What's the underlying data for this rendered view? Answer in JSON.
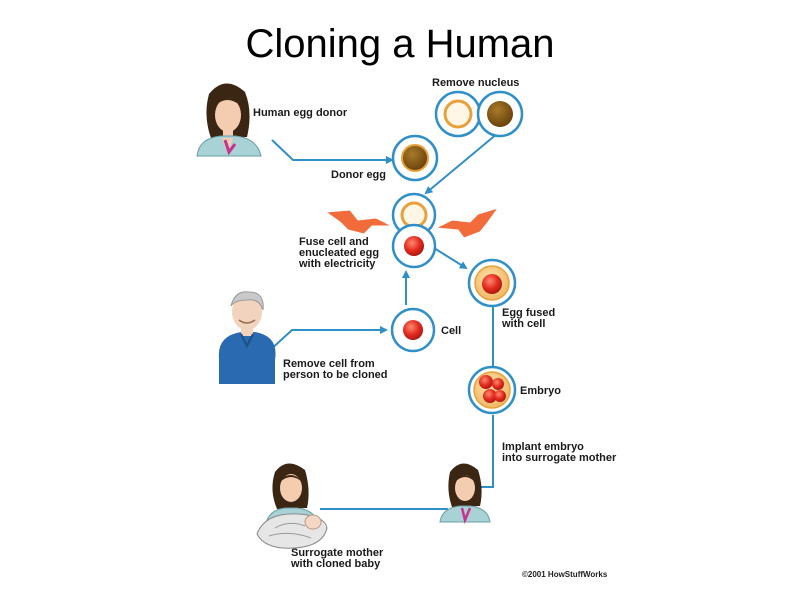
{
  "title": "Cloning a Human",
  "labels": {
    "human_egg_donor": "Human egg donor",
    "remove_nucleus": "Remove nucleus",
    "donor_egg": "Donor egg",
    "fuse_1": "Fuse cell and",
    "fuse_2": "enucleated egg",
    "fuse_3": "with electricity",
    "egg_fused_1": "Egg fused",
    "egg_fused_2": "with cell",
    "cell": "Cell",
    "remove_cell_1": "Remove cell from",
    "remove_cell_2": "person to be cloned",
    "embryo": "Embryo",
    "implant_1": "Implant embryo",
    "implant_2": "into surrogate mother",
    "surrogate_1": "Surrogate mother",
    "surrogate_2": "with cloned baby",
    "copyright": "©2001 HowStuffWorks"
  },
  "colors": {
    "arrow": "#2f8fc7",
    "ring": "#2f8fc7",
    "nucleus_brown": "#7a4e12",
    "cell_red": "#e32b1f",
    "spark_orange": "#f26b3a",
    "egg_fill": "#f2c27a"
  },
  "icons": [
    "person-icon",
    "lightning-icon",
    "cell-icon",
    "nucleus-icon"
  ]
}
